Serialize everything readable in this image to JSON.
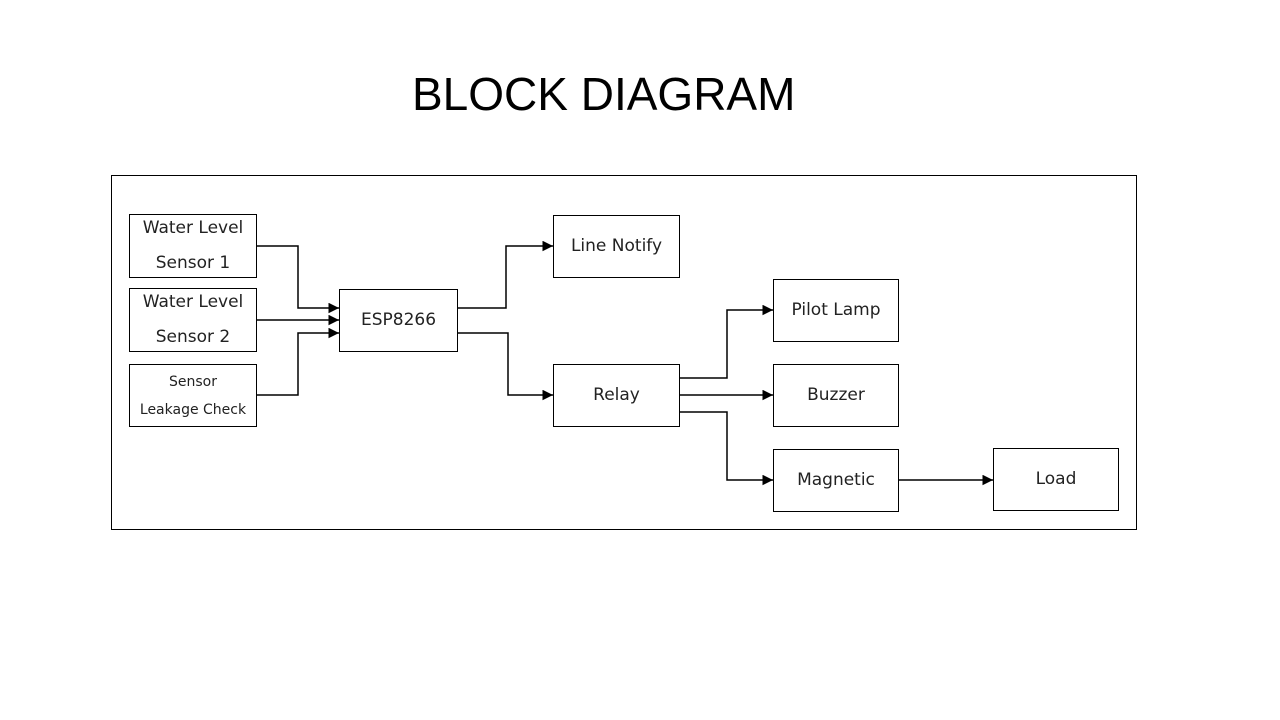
{
  "slide": {
    "title": "BLOCK DIAGRAM"
  },
  "blocks": {
    "water_level_1": {
      "line1": "Water Level",
      "line2": "Sensor 1"
    },
    "water_level_2": {
      "line1": "Water Level",
      "line2": "Sensor 2"
    },
    "leakage_sensor": {
      "line1": "Sensor",
      "line2": "Leakage Check"
    },
    "esp8266": {
      "label": "ESP8266"
    },
    "line_notify": {
      "label": "Line Notify"
    },
    "relay": {
      "label": "Relay"
    },
    "pilot_lamp": {
      "label": "Pilot Lamp"
    },
    "buzzer": {
      "label": "Buzzer"
    },
    "magnetic": {
      "label": "Magnetic"
    },
    "load": {
      "label": "Load"
    }
  },
  "connections": [
    {
      "from": "Water Level Sensor 1",
      "to": "ESP8266"
    },
    {
      "from": "Water Level Sensor 2",
      "to": "ESP8266"
    },
    {
      "from": "Sensor Leakage Check",
      "to": "ESP8266"
    },
    {
      "from": "ESP8266",
      "to": "Line Notify"
    },
    {
      "from": "ESP8266",
      "to": "Relay"
    },
    {
      "from": "Relay",
      "to": "Pilot Lamp"
    },
    {
      "from": "Relay",
      "to": "Buzzer"
    },
    {
      "from": "Relay",
      "to": "Magnetic"
    },
    {
      "from": "Magnetic",
      "to": "Load"
    }
  ],
  "colors": {
    "line": "#000000",
    "text": "#222222",
    "background": "#ffffff"
  }
}
